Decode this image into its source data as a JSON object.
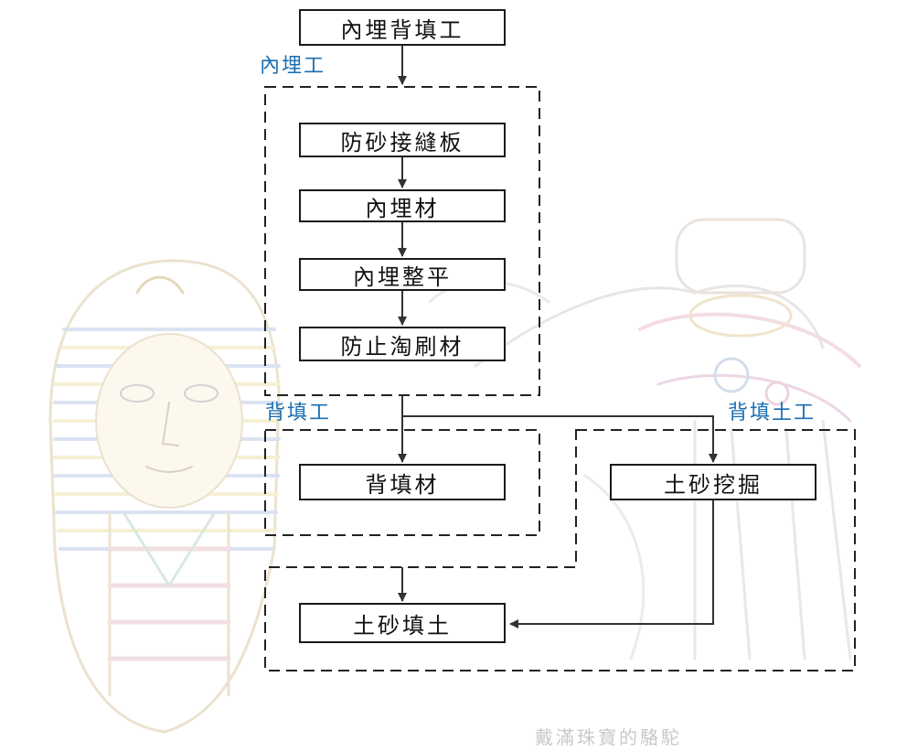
{
  "colors": {
    "box_border": "#1a1a1a",
    "arrow": "#333333",
    "group_border": "#222222",
    "group_label": "#1a6fb3",
    "watermark": "#c9c9c9"
  },
  "top_box": "內埋背填工",
  "groups": {
    "embed": {
      "label": "內埋工"
    },
    "backfill": {
      "label": "背填工"
    },
    "earthwork": {
      "label": "背填土工"
    }
  },
  "embed_steps": [
    "防砂接縫板",
    "內埋材",
    "內埋整平",
    "防止淘刷材"
  ],
  "backfill_material": "背填材",
  "earth_excavation": "土砂挖掘",
  "earth_fill": "土砂填土",
  "background": {
    "illustration_subjects": [
      "pharaoh-mask",
      "camel"
    ],
    "signature": "戴滿珠寶的駱駝"
  }
}
